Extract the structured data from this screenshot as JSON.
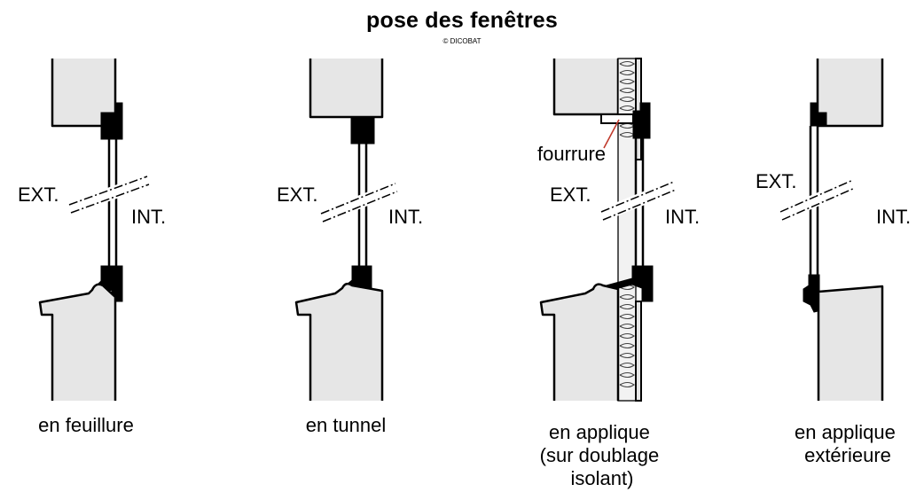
{
  "title": "pose des fenêtres",
  "copyright": "© DICOBAT",
  "side_labels": {
    "exterior": "EXT.",
    "interior": "INT."
  },
  "annotation": "fourrure",
  "annotation_color": "#c0392b",
  "captions": [
    [
      "en feuillure"
    ],
    [
      "en tunnel"
    ],
    [
      "en applique",
      "(sur doublage",
      "isolant)"
    ],
    [
      "en applique",
      "extérieure"
    ]
  ]
}
